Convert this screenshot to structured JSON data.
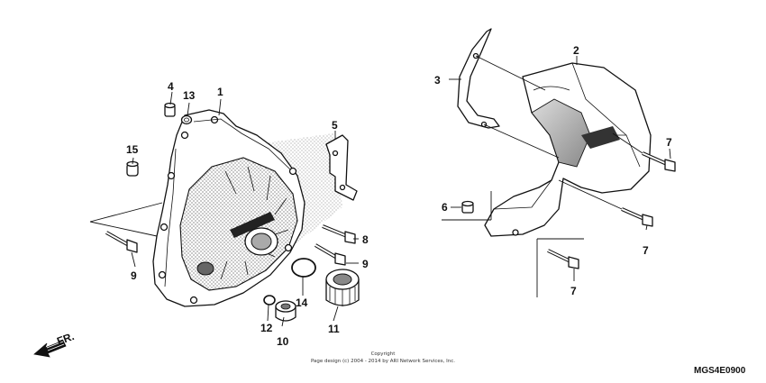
{
  "diagram": {
    "callouts": [
      {
        "id": "c1",
        "text": "1"
      },
      {
        "id": "c2",
        "text": "2"
      },
      {
        "id": "c3",
        "text": "3"
      },
      {
        "id": "c4",
        "text": "4"
      },
      {
        "id": "c5",
        "text": "5"
      },
      {
        "id": "c6",
        "text": "6"
      },
      {
        "id": "c7a",
        "text": "7"
      },
      {
        "id": "c7b",
        "text": "7"
      },
      {
        "id": "c7c",
        "text": "7"
      },
      {
        "id": "c8",
        "text": "8"
      },
      {
        "id": "c9a",
        "text": "9"
      },
      {
        "id": "c9b",
        "text": "9"
      },
      {
        "id": "c10",
        "text": "10"
      },
      {
        "id": "c11",
        "text": "11"
      },
      {
        "id": "c12",
        "text": "12"
      },
      {
        "id": "c13",
        "text": "13"
      },
      {
        "id": "c14",
        "text": "14"
      },
      {
        "id": "c15",
        "text": "15"
      }
    ],
    "front_marker": "FR.",
    "copyright_line1": "Copyright",
    "copyright_line2": "Page design (c) 2004 - 2014 by ARI Network Services, Inc.",
    "diagram_code": "MGS4E0900"
  }
}
